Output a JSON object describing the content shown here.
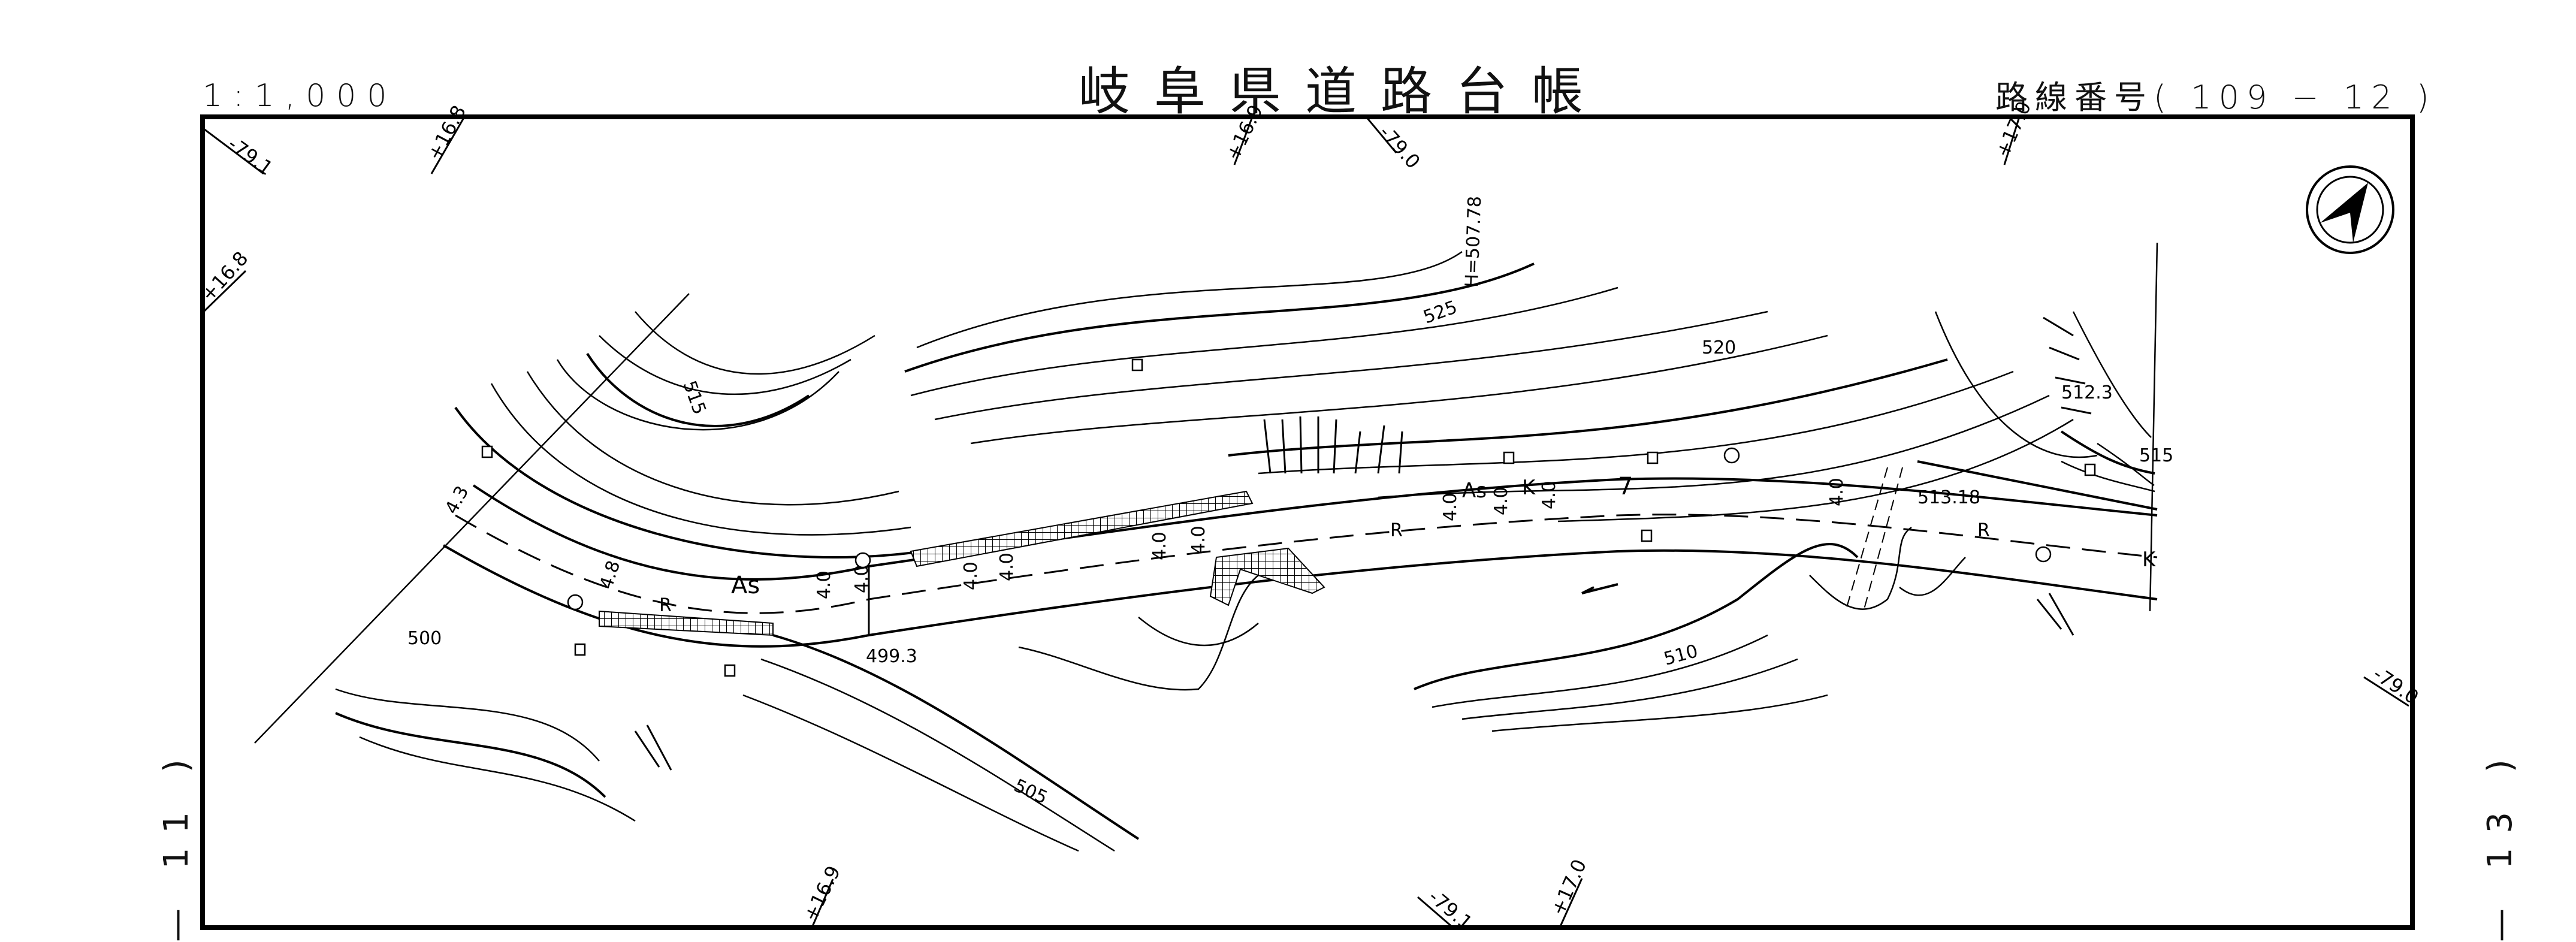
{
  "header": {
    "scale": "1:1,000",
    "title": "岐阜県道路台帳",
    "route_label": "路線番号",
    "route_number": "( 109 − 12 )"
  },
  "sheet_refs": {
    "left": "— 11 )",
    "right": "— 13 )"
  },
  "frame_ticks": [
    {
      "label": "-79.1",
      "edge": "top-left"
    },
    {
      "label": "+16.8",
      "edge": "top"
    },
    {
      "label": "+16.9",
      "edge": "top"
    },
    {
      "label": "-79.0",
      "edge": "top"
    },
    {
      "label": "+17.0",
      "edge": "top"
    },
    {
      "label": "+16.8",
      "edge": "left"
    },
    {
      "label": "-79.0",
      "edge": "right"
    },
    {
      "label": "+16.9",
      "edge": "bottom"
    },
    {
      "label": "-79.1",
      "edge": "bottom"
    },
    {
      "label": "+17.0",
      "edge": "bottom"
    }
  ],
  "map_labels": {
    "benchmark": "H=507.78",
    "contours": [
      "525",
      "520",
      "515",
      "510",
      "505",
      "500",
      "515"
    ],
    "spot_heights": [
      "512.3",
      "513.18",
      "499.3"
    ],
    "pavement": [
      "As",
      "As",
      "K",
      "K"
    ],
    "road_widths": [
      "4.3",
      "4.8",
      "4.0",
      "4.0",
      "4.0",
      "4.0",
      "4.0",
      "4.0",
      "4.0",
      "4.0",
      "4.0",
      "4.0",
      "7"
    ],
    "road_marks": [
      "R",
      "R",
      "R"
    ],
    "north_arrow": "north-arrow-icon"
  }
}
